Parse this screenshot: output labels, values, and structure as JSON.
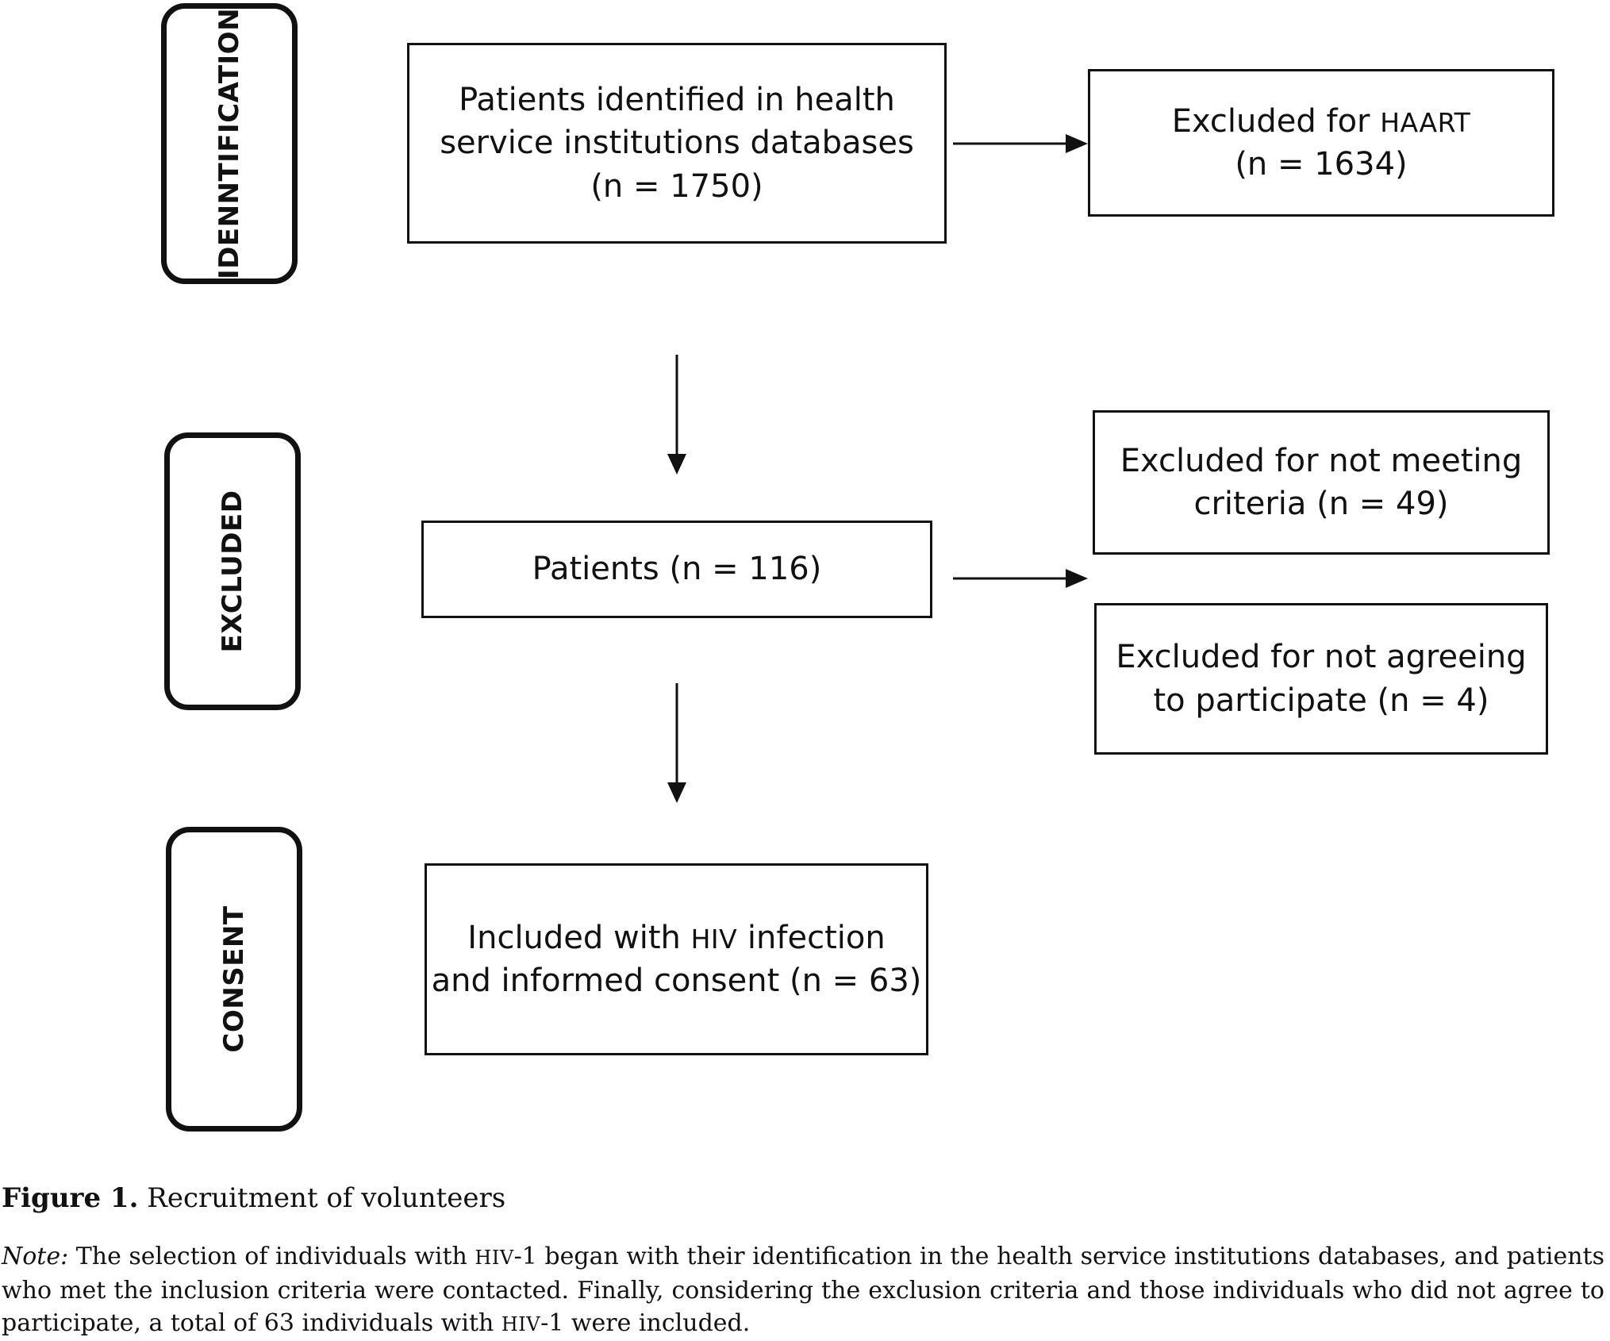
{
  "phases": {
    "identification": "IDENNTIFICATION",
    "excluded": "EXCLUDED",
    "consent": "CONSENT"
  },
  "boxes": {
    "identified": {
      "line1": "Patients identified in health",
      "line2": "service institutions databases",
      "line3": "(n = 1750)"
    },
    "excluded_haart": {
      "prefix": "Excluded for ",
      "abbr": "HAART",
      "line2": "(n = 1634)"
    },
    "patients": {
      "line1": "Patients (n = 116)"
    },
    "excluded_criteria": {
      "line1": "Excluded for not meeting",
      "line2": "criteria (n = 49)"
    },
    "excluded_not_agreeing": {
      "line1": "Excluded for not agreeing",
      "line2": "to participate (n = 4)"
    },
    "included": {
      "prefix": "Included with ",
      "abbr": "HIV",
      "suffix": " infection",
      "line2": "and informed consent (n = 63)"
    }
  },
  "caption": {
    "label": "Figure 1.",
    "text": " Recruitment of volunteers"
  },
  "note": {
    "label": "Note:",
    "part1": " The selection of individuals with ",
    "abbr1": "HIV",
    "part2": "-1 began with their identification in the health service institutions databases, and patients who met the inclusion criteria were contacted. Finally, considering the exclusion criteria and those individuals who did not agree to participate, a total of 63 individuals with ",
    "abbr2": "HIV",
    "part3": "-1 were included."
  }
}
